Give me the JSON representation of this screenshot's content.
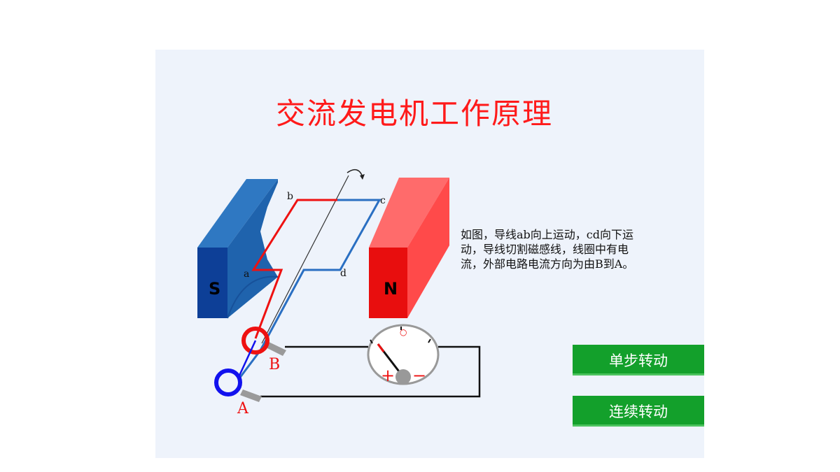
{
  "title": "交流发电机工作原理",
  "magnets": {
    "left_label": "S",
    "right_label": "N",
    "left_color": "#1f63ad",
    "right_color": "#ff4a4a"
  },
  "coil_points": {
    "a": "a",
    "b": "b",
    "c": "c",
    "d": "d"
  },
  "slip_rings": {
    "upper_label": "B",
    "lower_label": "A",
    "upper_color": "#ee1111",
    "lower_color": "#1111ee"
  },
  "meter": {
    "plus": "+",
    "minus": "−",
    "zero": "○"
  },
  "description": "如图，导线ab向上运动，cd向下运动，导线切割磁感线，线圈中有电流，外部电路电流方向为由B到A。",
  "buttons": {
    "step": "单步转动",
    "continuous": "连续转动"
  },
  "colors": {
    "button_bg": "#13a02b",
    "title": "#ff1a1a"
  }
}
